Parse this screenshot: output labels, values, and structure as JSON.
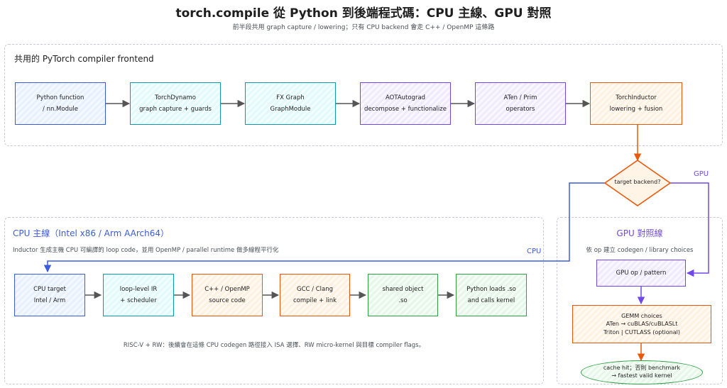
{
  "header": {
    "title": "torch.compile 從 Python 到後端程式碼：CPU 主線、GPU 對照",
    "subtitle": "前半段共用 graph capture / lowering；只有 CPU backend 會走 C++ / OpenMP 這條路"
  },
  "frontend": {
    "title": "共用的 PyTorch compiler frontend",
    "nodes": [
      {
        "line1": "Python function",
        "line2": "/ nn.Module"
      },
      {
        "line1": "TorchDynamo",
        "line2": "graph capture + guards"
      },
      {
        "line1": "FX Graph",
        "line2": "GraphModule"
      },
      {
        "line1": "AOTAutograd",
        "line2": "decompose + functionalize"
      },
      {
        "line1": "ATen / Prim",
        "line2": "operators"
      },
      {
        "line1": "TorchInductor",
        "line2": "lowering + fusion"
      }
    ]
  },
  "decision": {
    "label": "target backend?",
    "cpu_label": "CPU",
    "gpu_label": "GPU"
  },
  "cpu": {
    "title": "CPU 主線（Intel x86 / Arm AArch64）",
    "desc": "Inductor 生成主機 CPU 可編譯的 loop code，並用 OpenMP / parallel runtime 做多線程平行化",
    "nodes": [
      {
        "line1": "CPU target",
        "line2": "Intel / Arm"
      },
      {
        "line1": "loop-level IR",
        "line2": "+ scheduler"
      },
      {
        "line1": "C++ / OpenMP",
        "line2": "source code"
      },
      {
        "line1": "GCC / Clang",
        "line2": "compile + link"
      },
      {
        "line1": "shared object",
        "line2": ".so"
      },
      {
        "line1": "Python loads .so",
        "line2": "and calls kernel"
      }
    ],
    "note": "RISC-V + RW：後續會在這條 CPU codegen 路徑接入 ISA 選擇、RW micro-kernel 與目標 compiler flags。"
  },
  "gpu": {
    "title": "GPU 對照線",
    "desc": "依 op 建立 codegen / library choices",
    "op_pattern": "GPU op / pattern",
    "gemm": {
      "line1": "GEMM choices",
      "line2": "ATen → cuBLAS/cuBLASLt",
      "line3": "Triton | CUTLASS (optional)"
    },
    "cache": {
      "line1": "cache hit；否則 benchmark",
      "line2": "→ fastest valid kernel"
    }
  },
  "colors": {
    "blue": "#3b5bdb",
    "teal": "#1098ad",
    "violet": "#7048e8",
    "orange": "#e8590c",
    "green": "#2f9e44",
    "cpu_title": "#3b5bdb",
    "gpu_title": "#7048e8"
  }
}
